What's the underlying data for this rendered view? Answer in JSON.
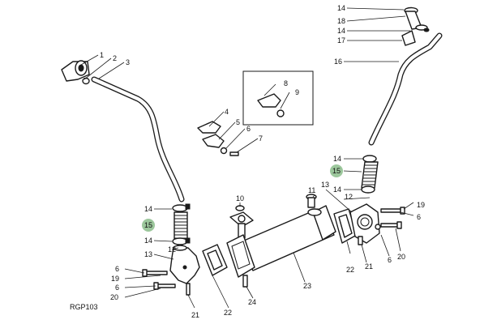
{
  "figure_code": "RGP103",
  "highlight_color": "#9cc79c",
  "callouts": {
    "c1": "1",
    "c2": "2",
    "c3": "3",
    "c4": "4",
    "c5": "5",
    "c6": "6",
    "c7": "7",
    "c8": "8",
    "c9": "9",
    "c10": "10",
    "c11": "11",
    "c12a": "12",
    "c12b": "12",
    "c13a": "13",
    "c13b": "13",
    "c14a": "14",
    "c14b": "14",
    "c14c": "14",
    "c14d": "14",
    "c14e": "14",
    "c15a": "15",
    "c15b": "15",
    "c16": "16",
    "c17": "17",
    "c18": "18",
    "c19a": "19",
    "c19b": "19",
    "c6b": "6",
    "c6c": "6",
    "c6d": "6",
    "c20a": "20",
    "c20b": "20",
    "c21a": "21",
    "c21b": "21",
    "c22a": "22",
    "c22b": "22",
    "c23": "23",
    "c24": "24"
  }
}
